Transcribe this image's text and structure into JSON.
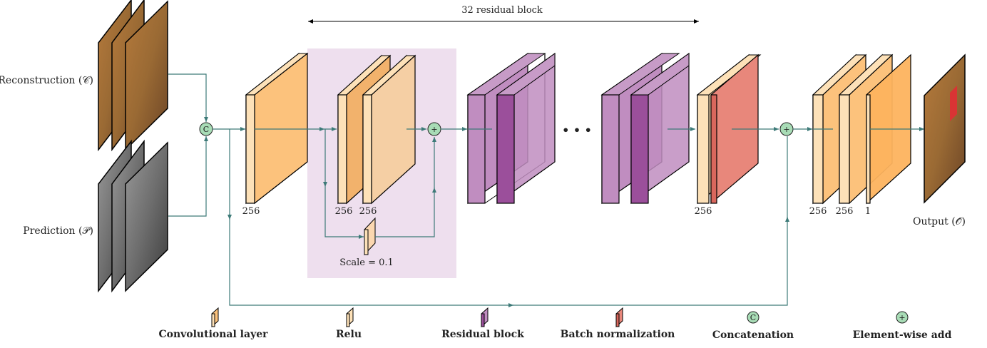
{
  "header": {
    "span_label": "32 residual block"
  },
  "inputs": {
    "reconstruction_label": "Reconstruction (𝒞)",
    "prediction_label": "Prediction (𝒫)"
  },
  "output": {
    "label": "Output (𝒪̂)"
  },
  "nodes": {
    "concat_symbol": "C",
    "add_symbol": "+"
  },
  "layers": {
    "conv_first": "256",
    "res_conv1": "256",
    "res_conv2": "256",
    "scale_label": "Scale = 0.1",
    "final_conv": "256",
    "out_conv1": "256",
    "out_conv2": "256",
    "out_conv3": "1",
    "ellipsis": "• • •"
  },
  "legend": {
    "conv": "Convolutional layer",
    "relu": "Relu",
    "residual": "Residual block",
    "batchnorm": "Batch normalization",
    "concat": "Concatenation",
    "add": "Element-wise add"
  },
  "colors": {
    "conv": "#fcc27c",
    "relu": "#fde1b8",
    "residual": "#c08dc0",
    "residual_dark": "#9b4f9b",
    "batchnorm": "#e8877b",
    "node": "#a8dcb6",
    "arrow": "#3d7a78",
    "highlight": "#eedfee"
  }
}
